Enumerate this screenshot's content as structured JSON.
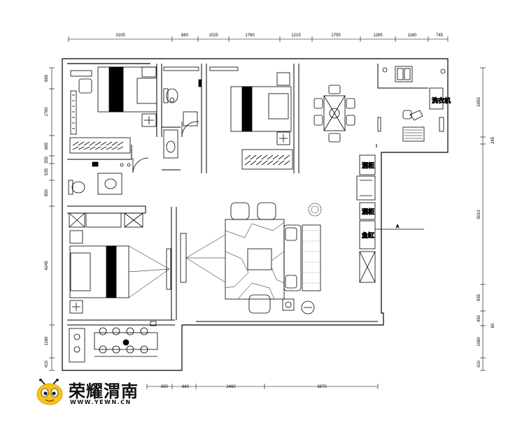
{
  "dimensions": {
    "top": [
      "3105",
      "860",
      "1025",
      "1760",
      "1215",
      "1755",
      "1265",
      "1160",
      "745"
    ],
    "left": [
      "665",
      "1760",
      "665",
      "355",
      "535",
      "850",
      "4245",
      "1180",
      "410"
    ],
    "right": [
      "2455",
      "245",
      "5010",
      "955",
      "450",
      "60",
      "1080",
      "410"
    ],
    "bottom": [
      "850",
      "660",
      "2460",
      "3870"
    ]
  },
  "room_labels": {
    "washer": "洗衣机",
    "cabinet_1": "酒柜",
    "cabinet_2": "酒柜",
    "fish_tank": "鱼缸",
    "section_mark": "A"
  },
  "logo": {
    "name_cn": "荣耀渭南",
    "url": "WWW.YEWN.CN"
  },
  "colors": {
    "line": "#000000",
    "logo_yellow": "#f5c518",
    "logo_eye": "#ffffff"
  }
}
